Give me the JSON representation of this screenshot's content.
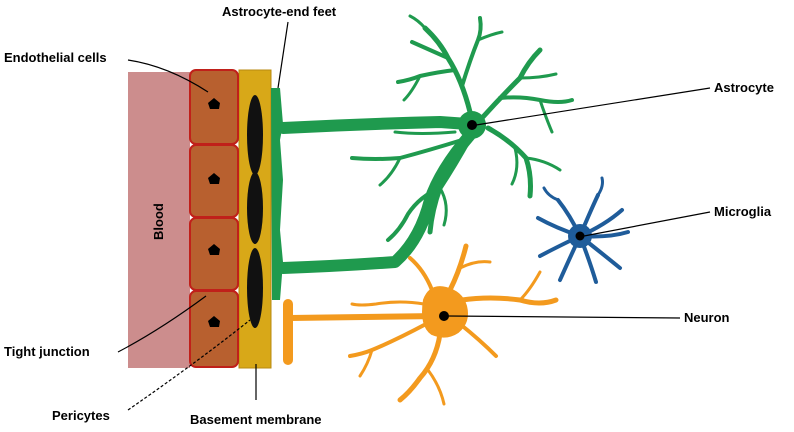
{
  "labels": {
    "endothelial": "Endothelial cells",
    "astrocyte_end_feet": "Astrocyte-end feet",
    "astrocyte": "Astrocyte",
    "microglia": "Microglia",
    "neuron": "Neuron",
    "tight_junction": "Tight junction",
    "pericytes": "Pericytes",
    "basement_membrane": "Basement membrane",
    "blood": "Blood"
  },
  "colors": {
    "blood": "#cc8d8d",
    "endothelial_fill": "#b8602f",
    "endothelial_border": "#c0201a",
    "basement": "#d8a818",
    "astrocyte": "#1f9a4e",
    "microglia": "#1f5c9a",
    "neuron": "#f39a1e",
    "nucleus": "#000000"
  }
}
